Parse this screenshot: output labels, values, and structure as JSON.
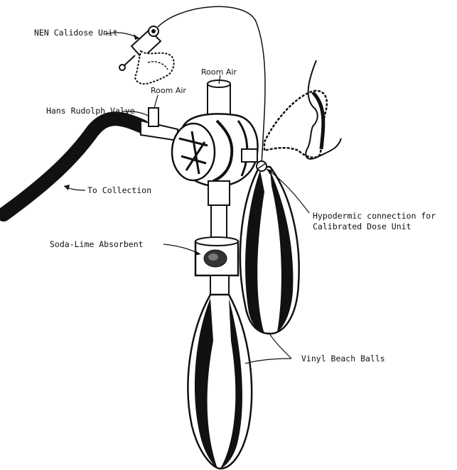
{
  "labels": {
    "calidose": "NEN Calidose Unit",
    "room_air_top": "Room Air",
    "room_air_left": "Room Air",
    "valve": "Hans Rudolph Valve",
    "collection": "To Collection",
    "hypodermic_line1": "Hypodermic connection for",
    "hypodermic_line2": "Calibrated Dose Unit",
    "soda_lime": "Soda-Lime Absorbent",
    "beach_balls": "Vinyl Beach Balls"
  }
}
